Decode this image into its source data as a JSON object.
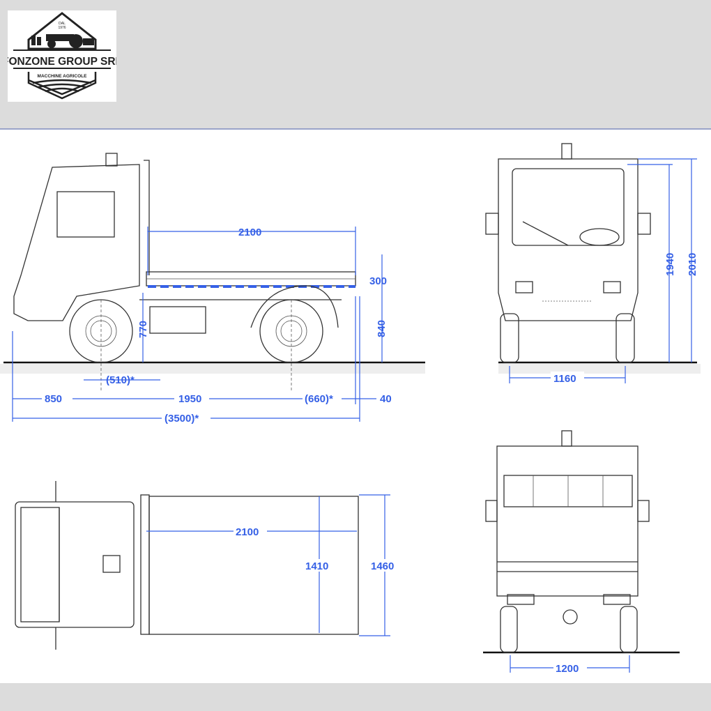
{
  "logo": {
    "company_name": "FONZONE GROUP SRL",
    "tagline": "MACCHINE AGRICOLE",
    "since_top": "DAL",
    "since_year": "1976"
  },
  "side_view": {
    "bed_length": "2100",
    "bed_side_height": "300",
    "bed_floor_height": "840",
    "frame_height": "770",
    "cab_offset": "(510)*",
    "front_overhang": "850",
    "wheelbase": "1950",
    "rear_overhang": "(660)*",
    "rear_extra": "40",
    "total_length": "(3500)*"
  },
  "front_view": {
    "cab_height": "1940",
    "total_height": "2010",
    "front_track": "1160"
  },
  "top_view": {
    "bed_length": "2100",
    "bed_inner_width": "1410",
    "bed_outer_width": "1460"
  },
  "rear_view": {
    "rear_track": "1200"
  },
  "colors": {
    "dimension_blue": "#3560e6",
    "band_gray": "#dcdcdc"
  }
}
